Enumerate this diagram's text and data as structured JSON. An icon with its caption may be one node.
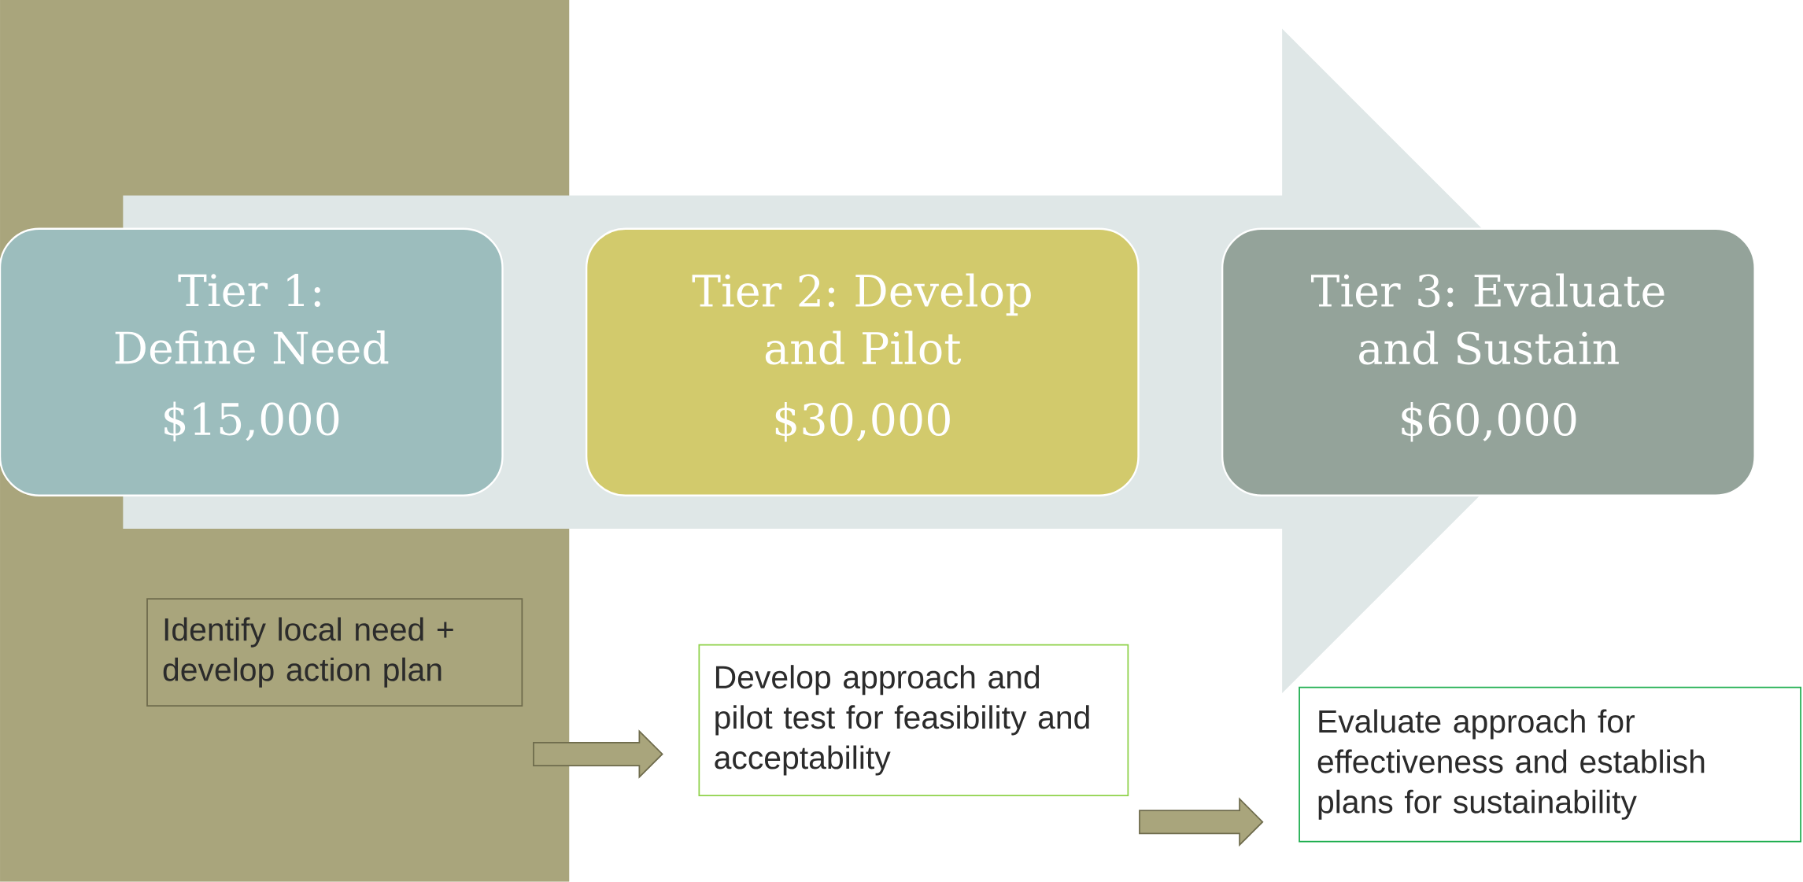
{
  "diagram": {
    "nodes": [
      {
        "text": [
          "Tier 1: Define Need",
          "$15,000"
        ]
      },
      {
        "text": [
          "Tier 2: Develop and Pilot",
          "$30,000"
        ]
      },
      {
        "text": [
          "Tier 3: Evaluate and Sustain",
          "$60,000"
        ]
      },
      {
        "text": [
          "Identify local need + develop action plan"
        ]
      },
      {
        "text": [
          "Develop approach and pilot test for feasibility and acceptability"
        ]
      },
      {
        "text": [
          "Evaluate approach for effectiveness and establish plans for sustainability"
        ]
      }
    ],
    "edges": [
      {
        "from": 3,
        "to": 4,
        "arrow": "to"
      },
      {
        "from": 4,
        "to": 5,
        "arrow": "to"
      }
    ]
  }
}
